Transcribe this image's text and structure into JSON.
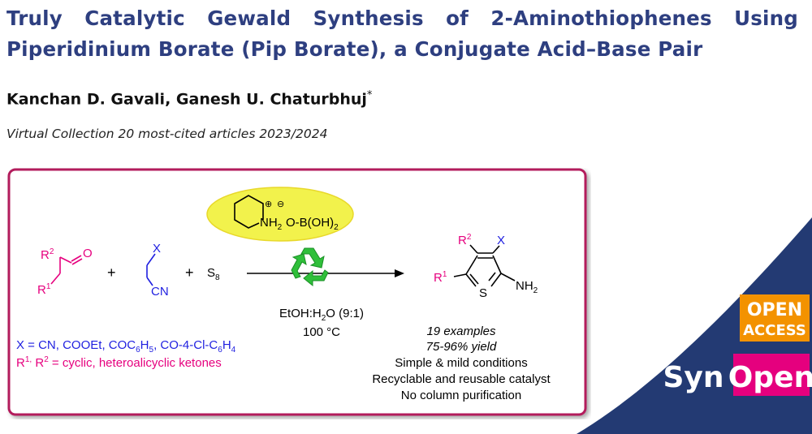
{
  "paper": {
    "title_line1": "Truly Catalytic Gewald Synthesis of 2-Aminothiophenes Using",
    "title_line2": "Piperidinium Borate (Pip Borate), a Conjugate Acid–Base Pair",
    "authors": "Kanchan D. Gavali, Ganesh U. Chaturbhuj",
    "corresponding_mark": "*",
    "collection": "Virtual Collection 20 most-cited articles 2023/2024"
  },
  "scheme": {
    "catalyst_amine": "NH",
    "catalyst_amine_sub": "2",
    "catalyst_charge_plus": "⊕",
    "catalyst_charge_minus": "⊖",
    "catalyst_anion": "O-B(OH)",
    "catalyst_anion_sub": "2",
    "ketone_r2": "R",
    "ketone_r2_sup": "2",
    "ketone_o": "O",
    "ketone_r1": "R",
    "ketone_r1_sup": "1",
    "plus": "+",
    "nitrile_x": "X",
    "nitrile_cn": "CN",
    "sulfur": "S",
    "sulfur_sub": "8",
    "solvent": "EtOH:H",
    "solvent_sub": "2",
    "solvent_tail": "O (9:1)",
    "temperature": "100 °C",
    "product_r2": "R",
    "product_r2_sup": "2",
    "product_x": "X",
    "product_r1": "R",
    "product_r1_sup": "1",
    "product_s": "S",
    "product_nh": "NH",
    "product_nh_sub": "2",
    "x_def_a": "X = CN, COOEt, COC",
    "x_def_sub1": "6",
    "x_def_b": "H",
    "x_def_sub2": "5",
    "x_def_c": ", CO-4-Cl-C",
    "x_def_sub3": "6",
    "x_def_d": "H",
    "x_def_sub4": "4",
    "r_def_r1": "R",
    "r_def_sup1": "1,",
    "r_def_r2": " R",
    "r_def_sup2": "2",
    "r_def_tail": " = cyclic, heteroalicyclic ketones",
    "result_examples": "19 examples",
    "result_yield": "75-96% yield",
    "note1": "Simple & mild conditions",
    "note2": "Recyclable and reusable catalyst",
    "note3": "No column purification",
    "colors": {
      "magenta": "#e6007e",
      "blue": "#1f1fe0",
      "catalyst_fill": "#f2f24c",
      "recycle_green": "#2fbf3a",
      "frame": "#b31c5c"
    }
  },
  "branding": {
    "open_line1": "OPEN",
    "open_line2": "ACCESS",
    "journal_syn": "Syn",
    "journal_open": "Open",
    "colors": {
      "navy": "#233a73",
      "orange": "#f39200",
      "pink": "#e5007e"
    }
  }
}
